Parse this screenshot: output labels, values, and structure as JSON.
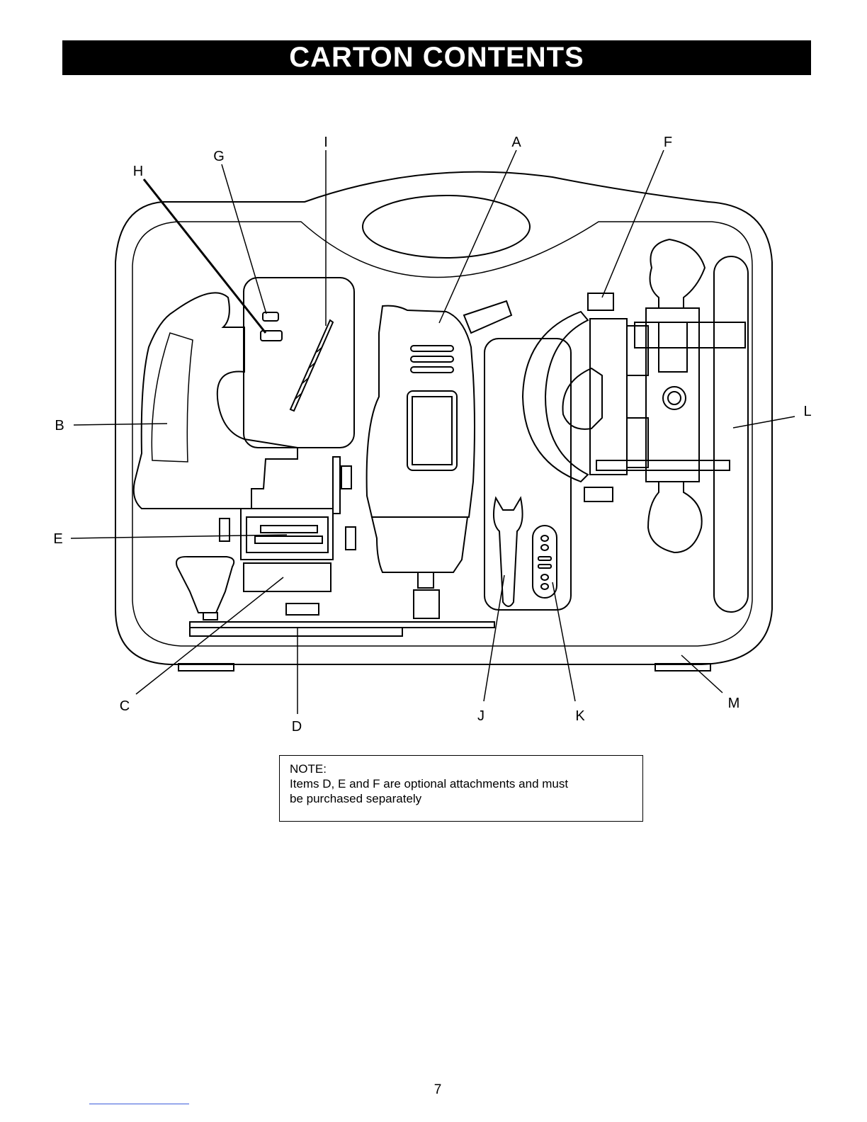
{
  "header": {
    "title": "CARTON CONTENTS"
  },
  "diagram": {
    "callouts": {
      "A": "A",
      "B": "B",
      "C": "C",
      "D": "D",
      "E": "E",
      "F": "F",
      "G": "G",
      "H": "H",
      "I": "I",
      "J": "J",
      "K": "K",
      "L": "L",
      "M": "M"
    }
  },
  "note": {
    "heading": "NOTE:",
    "line1": "Items D, E and F are optional attachments and must",
    "line2": "be purchased separately"
  },
  "footer": {
    "page_number": "7"
  }
}
